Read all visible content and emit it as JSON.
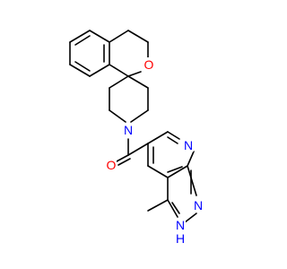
{
  "colors": {
    "background": "#ffffff",
    "bond": "#000000",
    "oxygen": "#ff0000",
    "nitrogen": "#0000ff"
  },
  "atoms": {
    "ring_oxygen": "O",
    "carbonyl_oxygen": "O",
    "piperidine_nitrogen": "N",
    "pyridine_nitrogen": "N",
    "pyrazole_nitrogen": "N",
    "pyrazole_nh": "N",
    "nh_hydrogen": "H"
  }
}
